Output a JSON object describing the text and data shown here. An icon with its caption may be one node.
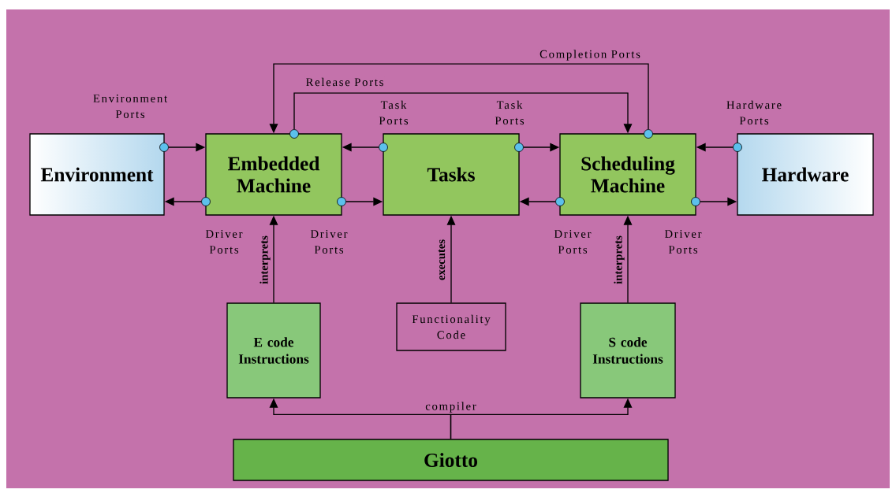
{
  "diagram": {
    "nodes": [
      {
        "text": [
          "Environment"
        ]
      },
      {
        "text": [
          "Embedded Machine"
        ]
      },
      {
        "text": [
          "Tasks"
        ]
      },
      {
        "text": [
          "Scheduling Machine"
        ]
      },
      {
        "text": [
          "Hardware"
        ]
      },
      {
        "text": [
          "E code Instructions"
        ]
      },
      {
        "text": [
          "Functionality Code"
        ]
      },
      {
        "text": [
          "S code Instructions"
        ]
      },
      {
        "text": [
          "Giotto"
        ]
      },
      {
        "text": [],
        "shape": "circle"
      },
      {
        "text": [],
        "shape": "circle"
      },
      {
        "text": [],
        "shape": "circle"
      },
      {
        "text": [],
        "shape": "circle"
      },
      {
        "text": [],
        "shape": "circle"
      },
      {
        "text": [],
        "shape": "circle"
      },
      {
        "text": [],
        "shape": "circle"
      },
      {
        "text": [],
        "shape": "circle"
      },
      {
        "text": [],
        "shape": "circle"
      },
      {
        "text": [],
        "shape": "circle"
      }
    ],
    "edges": [
      {
        "from": 11,
        "to": 1,
        "arrow": "to"
      },
      {
        "from": 15,
        "to": 0,
        "arrow": "to"
      },
      {
        "from": 12,
        "to": 1,
        "arrow": "to"
      },
      {
        "from": 16,
        "to": 2,
        "arrow": "to"
      },
      {
        "from": 13,
        "to": 3,
        "arrow": "to"
      },
      {
        "from": 17,
        "to": 2,
        "arrow": "to"
      },
      {
        "from": 14,
        "to": 3,
        "arrow": "to"
      },
      {
        "from": 18,
        "to": 4,
        "arrow": "to"
      },
      {
        "from": 9,
        "to": 3,
        "arrow": "to",
        "label": "Release Ports"
      },
      {
        "from": 10,
        "to": 1,
        "arrow": "to",
        "label": "Completion Ports"
      },
      {
        "from": 5,
        "to": 1,
        "arrow": "to",
        "label": "interprets"
      },
      {
        "from": 6,
        "to": 2,
        "arrow": "to",
        "label": "executes"
      },
      {
        "from": 7,
        "to": 3,
        "arrow": "to",
        "label": "interprets"
      },
      {
        "from": 8,
        "to": 5,
        "arrow": "to",
        "label": "compiler"
      },
      {
        "from": 8,
        "to": 7,
        "arrow": "to"
      }
    ],
    "labels": [
      "Environment Ports",
      "Task Ports",
      "Task Ports",
      "Hardware Ports",
      "Driver Ports",
      "Driver Ports",
      "Driver Ports",
      "Driver Ports"
    ]
  }
}
